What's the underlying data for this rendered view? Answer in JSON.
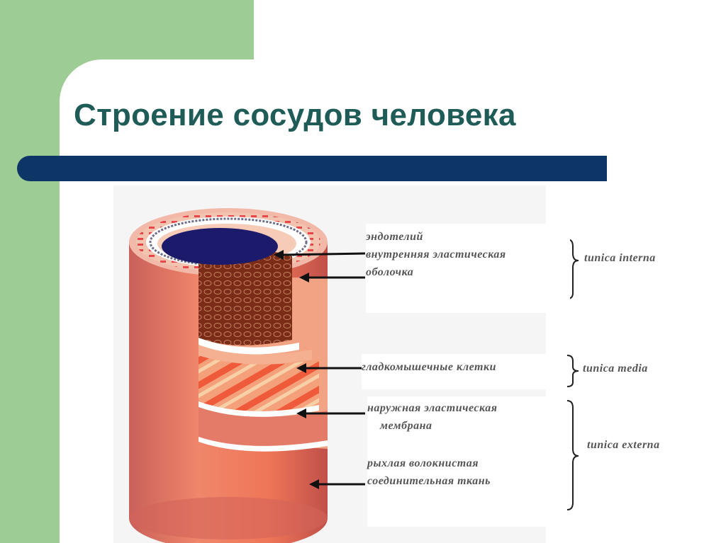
{
  "slide": {
    "title": "Строение сосудов человека"
  },
  "diagram": {
    "labels": {
      "endothelium": "эндотелий",
      "inner_elastic_1": "внутренняя эластическая",
      "inner_elastic_2": "оболочка",
      "smooth_muscle": "гладкомышечные клетки",
      "outer_elastic_1": "наружная эластическая",
      "outer_elastic_2": "мембрана",
      "loose_tissue_1": "рыхлая волокнистая",
      "loose_tissue_2": "соединительная ткань"
    },
    "layers": {
      "interna": "tunica interna",
      "media": "tunica media",
      "externa": "tunica externa"
    }
  }
}
